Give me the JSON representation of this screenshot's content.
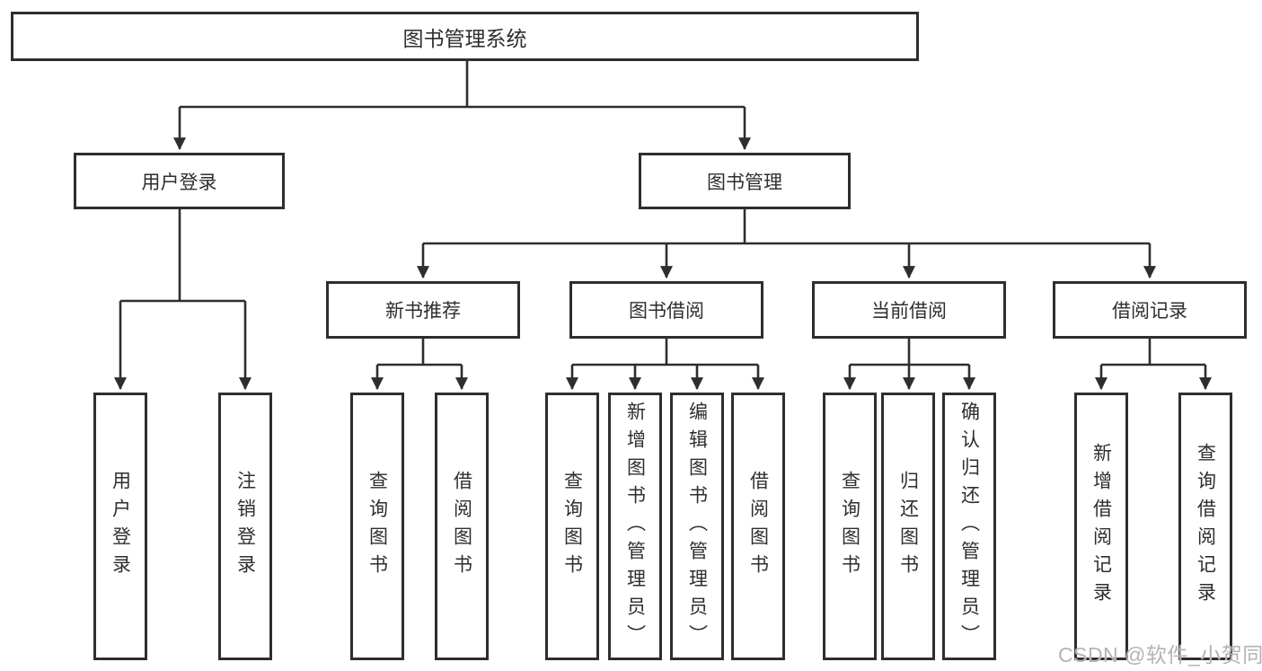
{
  "diagram": {
    "root": {
      "label": "图书管理系统"
    },
    "level1": [
      {
        "label": "用户登录"
      },
      {
        "label": "图书管理"
      }
    ],
    "level2": [
      {
        "label": "新书推荐"
      },
      {
        "label": "图书借阅"
      },
      {
        "label": "当前借阅"
      },
      {
        "label": "借阅记录"
      }
    ],
    "leaves": {
      "user_login": [
        "用户登录",
        "注销登录"
      ],
      "new_books": [
        "查询图书",
        "借阅图书"
      ],
      "book_borrow": [
        "查询图书",
        "新增图书（管理员）",
        "编辑图书（管理员）",
        "借阅图书"
      ],
      "current_borrow": [
        "查询图书",
        "归还图书",
        "确认归还（管理员）"
      ],
      "borrow_records": [
        "新增借阅记录",
        "查询借阅记录"
      ]
    }
  },
  "watermark": {
    "text": "CSDN @软件_小贺同学"
  },
  "colors": {
    "line": "#2e2e2e",
    "text": "#2e2e2e",
    "background": "#ffffff",
    "watermark": "#b3b3b3"
  }
}
